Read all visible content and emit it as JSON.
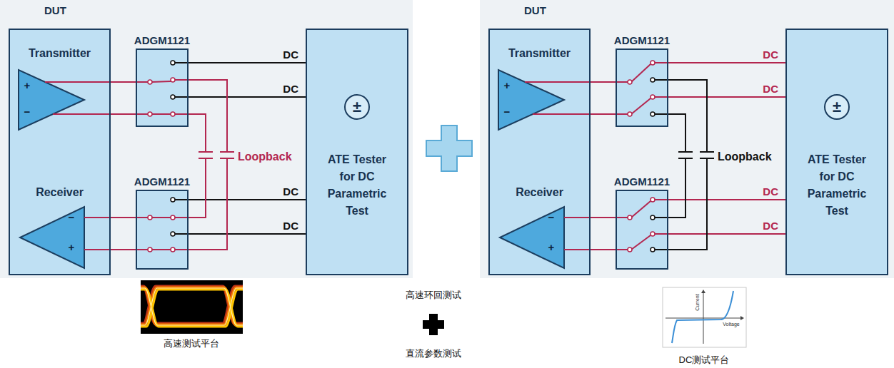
{
  "diagram": {
    "nodes": [
      {
        "text": [
          "DUT"
        ]
      },
      {
        "text": [
          "Transmitter",
          "Receiver"
        ],
        "in": 0
      },
      {
        "text": [
          "ADGM1121"
        ],
        "in": 0
      },
      {
        "text": [
          "ADGM1121"
        ],
        "in": 0
      },
      {
        "text": [
          "±",
          "ATE Tester for DC Parametric Test"
        ],
        "in": 0
      },
      {
        "text": [
          "DUT"
        ]
      },
      {
        "text": [
          "Transmitter",
          "Receiver"
        ],
        "in": 5
      },
      {
        "text": [
          "ADGM1121"
        ],
        "in": 5
      },
      {
        "text": [
          "ADGM1121"
        ],
        "in": 5
      },
      {
        "text": [
          "±",
          "ATE Tester for DC Parametric Test"
        ],
        "in": 5
      }
    ],
    "edges": [
      {
        "from": 1,
        "to": 2,
        "arrow": "none"
      },
      {
        "from": 1,
        "to": 2,
        "arrow": "none"
      },
      {
        "from": 1,
        "to": 3,
        "arrow": "none"
      },
      {
        "from": 1,
        "to": 3,
        "arrow": "none"
      },
      {
        "from": 2,
        "to": 4,
        "label": "DC",
        "arrow": "none"
      },
      {
        "from": 2,
        "to": 4,
        "label": "DC",
        "arrow": "none"
      },
      {
        "from": 3,
        "to": 4,
        "label": "DC",
        "arrow": "none"
      },
      {
        "from": 3,
        "to": 4,
        "label": "DC",
        "arrow": "none"
      },
      {
        "from": 2,
        "to": 3,
        "label": "Loopback",
        "arrow": "none"
      },
      {
        "from": 2,
        "to": 3,
        "arrow": "none"
      },
      {
        "from": 6,
        "to": 7,
        "arrow": "none"
      },
      {
        "from": 6,
        "to": 7,
        "arrow": "none"
      },
      {
        "from": 6,
        "to": 8,
        "arrow": "none"
      },
      {
        "from": 6,
        "to": 8,
        "arrow": "none"
      },
      {
        "from": 7,
        "to": 9,
        "label": "DC",
        "arrow": "none"
      },
      {
        "from": 7,
        "to": 9,
        "label": "DC",
        "arrow": "none"
      },
      {
        "from": 8,
        "to": 9,
        "label": "DC",
        "arrow": "none"
      },
      {
        "from": 8,
        "to": 9,
        "label": "DC",
        "arrow": "none"
      },
      {
        "from": 7,
        "to": 8,
        "label": "Loopback",
        "arrow": "none"
      },
      {
        "from": 7,
        "to": 8,
        "arrow": "none"
      }
    ],
    "labels": [
      "+",
      "−",
      "−",
      "+",
      "+",
      "−",
      "−",
      "+",
      "高速测试平台",
      "高速环回测试",
      "直流参数测试",
      "Current",
      "Voltage",
      "DC测试平台"
    ]
  }
}
